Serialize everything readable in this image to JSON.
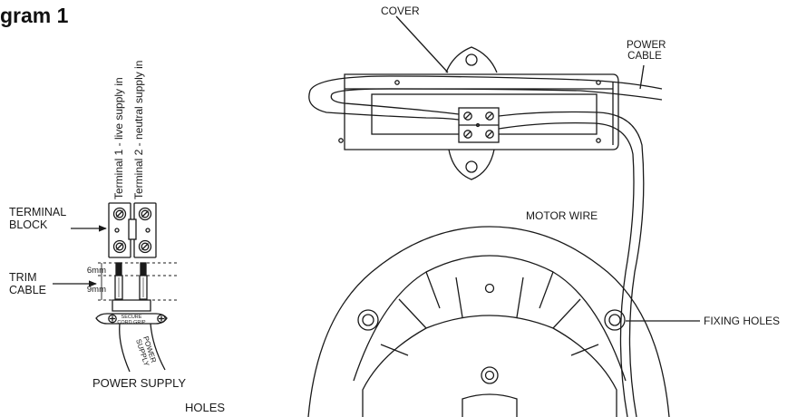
{
  "diagram": {
    "heading": "gram 1",
    "labels": {
      "terminal_1": "Terminal 1 - live supply in",
      "terminal_2": "Terminal 2 - neutral supply in",
      "terminal_block_line1": "TERMINAL",
      "terminal_block_line2": "BLOCK",
      "trim_cable_line1": "TRIM",
      "trim_cable_line2": "CABLE",
      "dim_6mm": "6mm",
      "dim_9mm": "9mm",
      "cord_grip_line1": "SECURE",
      "cord_grip_line2": "CORD GRIP",
      "cable_power_line1": "POWER",
      "cable_power_line2": "SUPPLY",
      "power_supply": "POWER SUPPLY",
      "holes": "HOLES",
      "cover": "COVER",
      "power_cable_line1": "POWER",
      "power_cable_line2": "CABLE",
      "motor_wire": "MOTOR WIRE",
      "fixing_holes": "FIXING HOLES"
    }
  }
}
